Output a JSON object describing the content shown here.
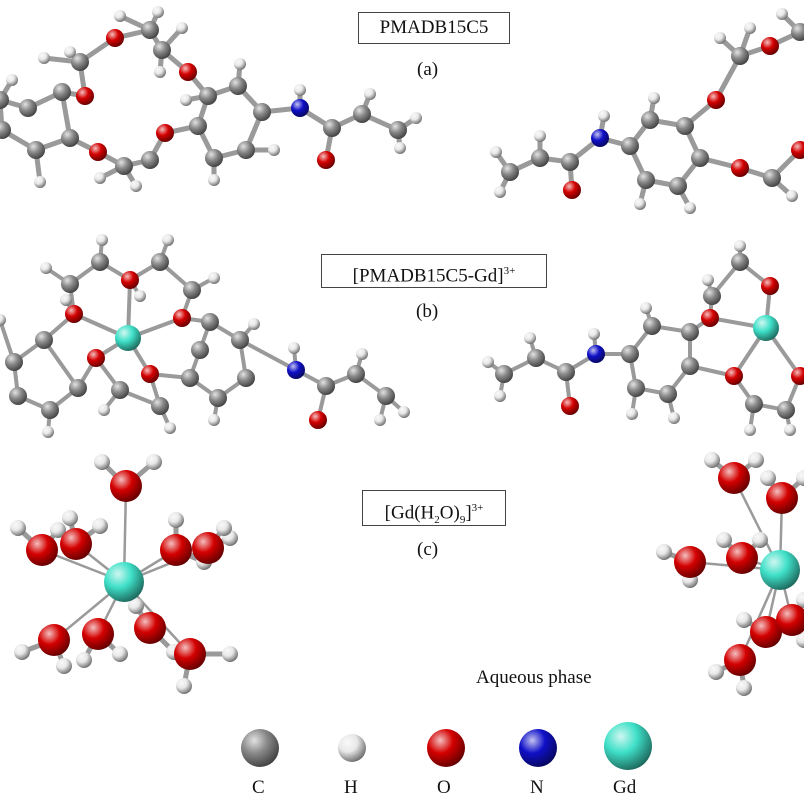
{
  "colors": {
    "C": "#8a8a8a",
    "H": "#e8e8e8",
    "O": "#d40000",
    "N": "#1010c8",
    "Gd": "#3fe0c8",
    "bond": "#9a9a9a"
  },
  "panels": {
    "a": {
      "title": "PMADB15C5",
      "letter": "(a)"
    },
    "b": {
      "title_main": "[PMADB15C5-Gd]",
      "title_charge": "3+",
      "letter": "(b)"
    },
    "c": {
      "title_pre": "[Gd(H",
      "title_sub": "2",
      "title_mid": "O)",
      "title_sub2": "9",
      "title_post": "]",
      "title_charge": "3+",
      "letter": "(c)"
    }
  },
  "phase_label": "Aqueous phase",
  "legend": [
    {
      "element": "C",
      "label": "C"
    },
    {
      "element": "H",
      "label": "H"
    },
    {
      "element": "O",
      "label": "O"
    },
    {
      "element": "N",
      "label": "N"
    },
    {
      "element": "Gd",
      "label": "Gd"
    }
  ]
}
